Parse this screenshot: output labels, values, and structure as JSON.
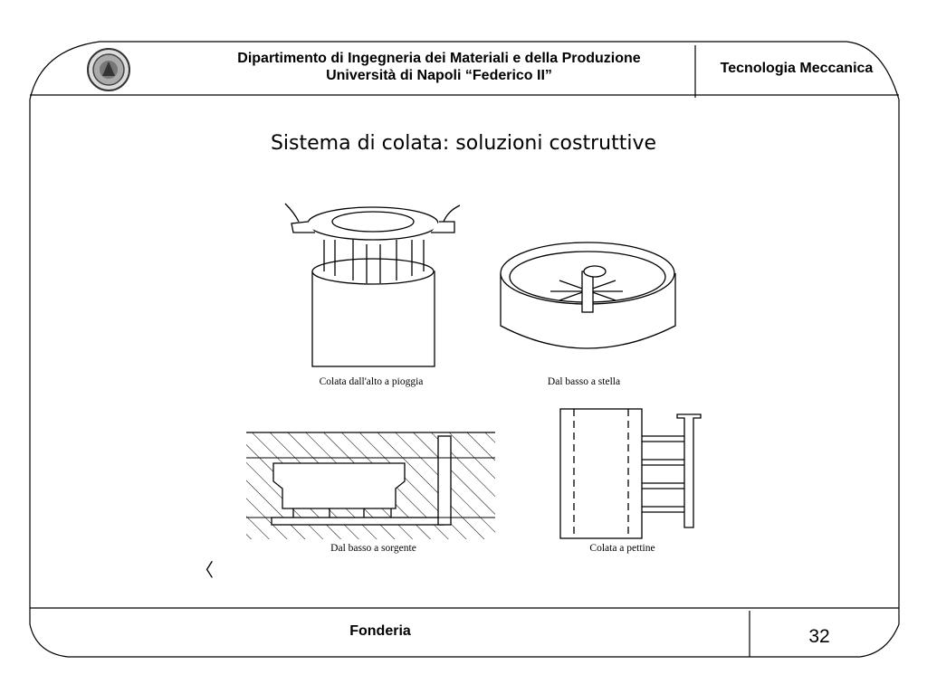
{
  "header": {
    "department_line1": "Dipartimento di Ingegneria dei Materiali e della Produzione",
    "department_line2": "Università di Napoli “Federico II”",
    "course": "Tecnologia Meccanica",
    "seal_icon": "university-seal-icon"
  },
  "slide": {
    "title": "Sistema di colata: soluzioni costruttive",
    "nav_glyph": "〈"
  },
  "figures": [
    {
      "caption": "Colata dall'alto a pioggia"
    },
    {
      "caption": "Dal basso a stella"
    },
    {
      "caption": "Dal basso a sorgente"
    },
    {
      "caption": "Colata a pettine"
    }
  ],
  "footer": {
    "topic": "Fonderia",
    "page": "32"
  },
  "colors": {
    "ink": "#000000",
    "background": "#ffffff"
  }
}
